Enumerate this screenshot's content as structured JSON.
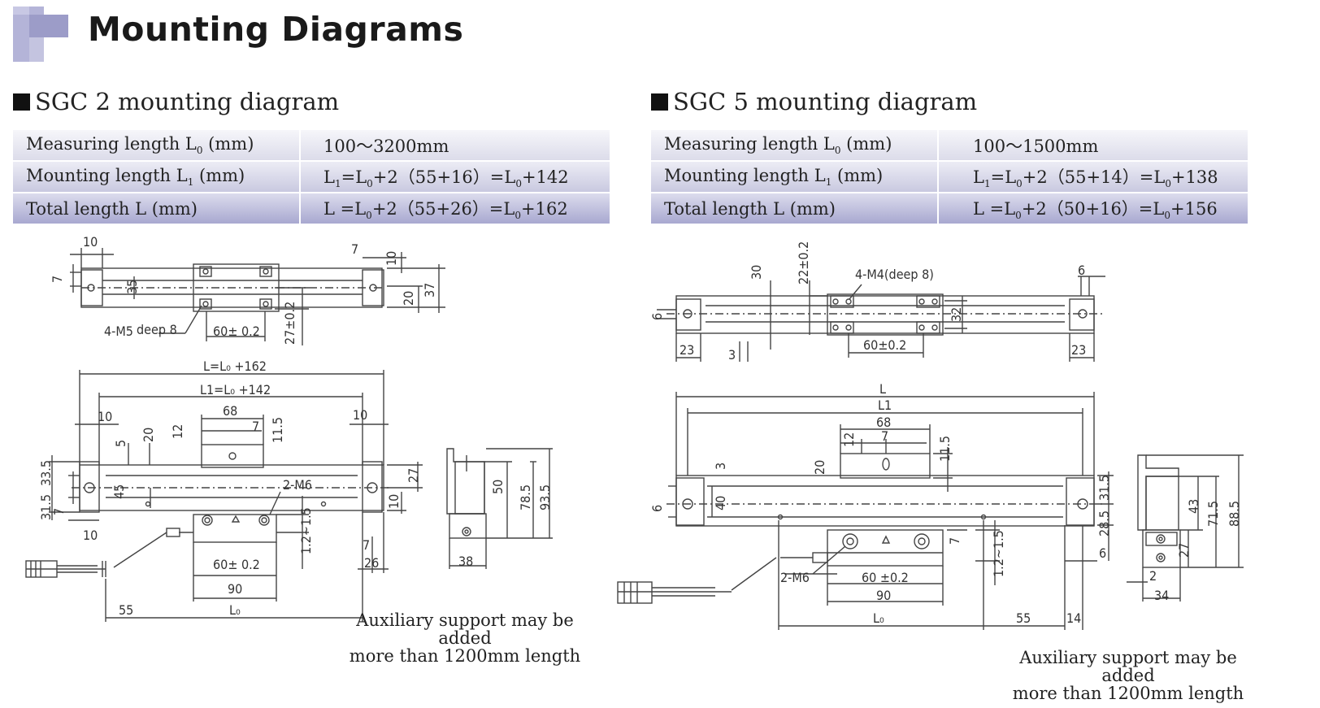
{
  "page_title": "Mounting Diagrams",
  "left": {
    "title": "SGC 2 mounting diagram",
    "rows": [
      {
        "label": "Measuring length  L",
        "label_sub": "0",
        "label_unit": "  (mm)",
        "value_html": "100～3200mm"
      },
      {
        "label": "Mounting length  L",
        "label_sub": "1",
        "label_unit": "  (mm)",
        "value_html": "L<sub>1</sub>=L<sub>0</sub>+2（55+16）=L<sub>0</sub>+142"
      },
      {
        "label": "Total length  L",
        "label_sub": "",
        "label_unit": "  (mm)",
        "value_html": "L =L<sub>0</sub>+2（55+26）=L<sub>0</sub>+162"
      }
    ],
    "note_line1": "Auxiliary support may be added",
    "note_line2": "more than 1200mm length",
    "dims": {
      "d10a": "10",
      "d7a": "7",
      "d35": "35",
      "d4m5": "4-M5",
      "deep": "deep 8",
      "d60a": "60± 0.2",
      "d27": "27±0.2",
      "d7b": "7",
      "d10b": "10",
      "d20": "20",
      "d37": "37",
      "Ltot": "L=L₀ +162",
      "L1": "L1=L₀ +142",
      "d68": "68",
      "d10c": "10",
      "d10d": "10",
      "d5": "5",
      "d20b": "20",
      "d12": "12",
      "d7c": "7",
      "d11_5": "11.5",
      "d31": "31.5",
      "d33": "33.5",
      "d45": "45",
      "d7d": "7",
      "d2m6": "2-M6",
      "d27b": "27",
      "d10e": "10",
      "d10f": "10",
      "d12_15": "1.2~1.5",
      "d60b": "60± 0.2",
      "d90": "90",
      "d7e": "7",
      "d26": "26",
      "d55": "55",
      "L0": "L₀",
      "d50": "50",
      "d78": "78.5",
      "d93": "93.5",
      "d38": "38"
    }
  },
  "right": {
    "title": "SGC 5 mounting diagram",
    "rows": [
      {
        "label": "Measuring length  L",
        "label_sub": "0",
        "label_unit": "  (mm)",
        "value_html": "100～1500mm"
      },
      {
        "label": "Mounting length  L",
        "label_sub": "1",
        "label_unit": "  (mm)",
        "value_html": "L<sub>1</sub>=L<sub>0</sub>+2（55+14）=L<sub>0</sub>+138"
      },
      {
        "label": "Total length  L",
        "label_sub": "",
        "label_unit": "  (mm)",
        "value_html": "L =L<sub>0</sub>+2（50+16）=L<sub>0</sub>+156"
      }
    ],
    "note_line1": "Auxiliary support may be added",
    "note_line2": "more than 1200mm length",
    "dims": {
      "d30": "30",
      "d22": "22±0.2",
      "d4m4": "4-M4(deep 8)",
      "d6a": "6",
      "d6b": "6",
      "d32": "32",
      "d23a": "23",
      "d3a": "3",
      "d60a": "60±0.2",
      "d23b": "23",
      "L": "L",
      "L1": "L1",
      "d68": "68",
      "d12": "12",
      "d7a": "7",
      "d11_5": "11.5",
      "d3b": "3",
      "d20": "20",
      "d6c": "6",
      "d40": "40",
      "d31": "31.5",
      "d28": "28.5",
      "d6d": "6",
      "d7b": "7",
      "d2m6": "2-M6",
      "d60b": "60 ±0.2",
      "d90": "90",
      "d12_15": "1.2~1.5",
      "L0": "L₀",
      "d55": "55",
      "d14": "14",
      "d43": "43",
      "d71": "71.5",
      "d88": "88.5",
      "d27": "27",
      "d2": "2",
      "d34": "34"
    }
  }
}
